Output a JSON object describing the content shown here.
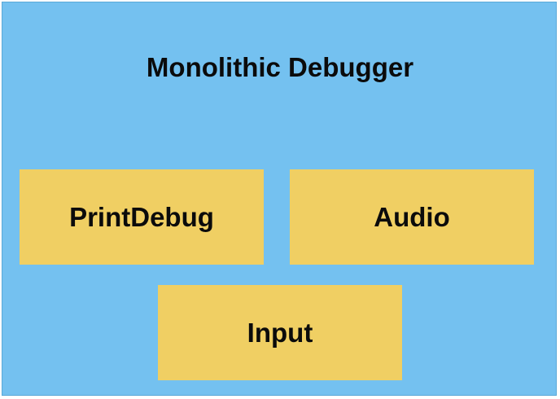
{
  "diagram": {
    "title": "Monolithic Debugger",
    "modules": [
      {
        "label": "PrintDebug"
      },
      {
        "label": "Audio"
      },
      {
        "label": "Input"
      }
    ]
  },
  "colors": {
    "container_fill": "#74c1f0",
    "module_fill": "#f0cf63",
    "text": "#0b0b0b"
  }
}
